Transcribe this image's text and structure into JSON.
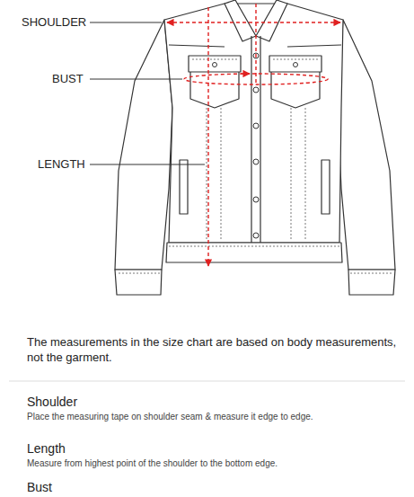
{
  "diagram": {
    "labels": [
      "SHOULDER",
      "BUST",
      "LENGTH",
      "The measurements in the size chart are based on body measurements, not the garment.",
      "Shoulder",
      "Place the measuring tape on shoulder seam & measure it edge to edge.",
      "Length",
      "Measure from highest point of the shoulder to the bottom edge.",
      "Bust"
    ]
  }
}
